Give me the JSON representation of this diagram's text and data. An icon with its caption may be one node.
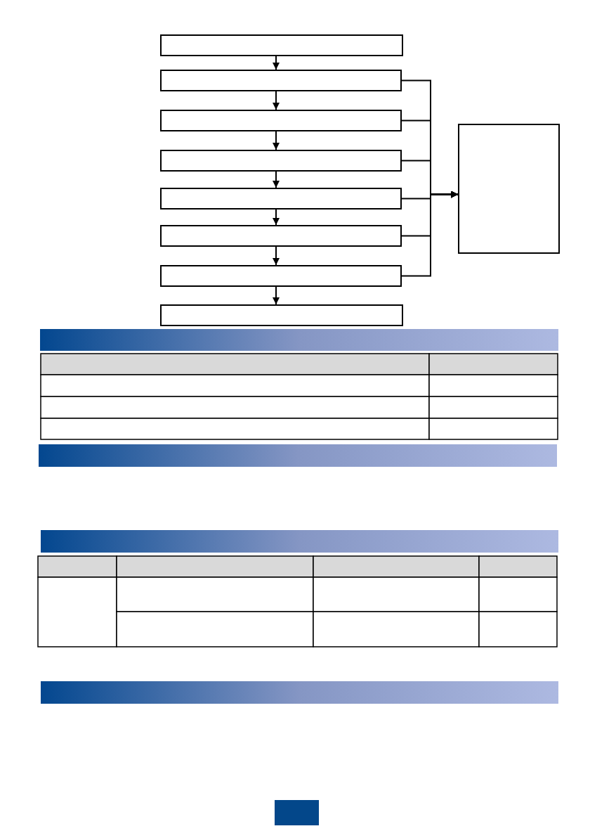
{
  "diagram": {
    "nodes": [
      {
        "text": [],
        "shape": "box"
      },
      {
        "text": [],
        "shape": "box"
      },
      {
        "text": [],
        "shape": "box"
      },
      {
        "text": [],
        "shape": "box"
      },
      {
        "text": [],
        "shape": "box"
      },
      {
        "text": [],
        "shape": "box"
      },
      {
        "text": [],
        "shape": "box"
      },
      {
        "text": [],
        "shape": "box"
      },
      {
        "text": [],
        "shape": "box"
      }
    ],
    "edges": [
      {
        "from": 0,
        "to": 1,
        "arrow": "to"
      },
      {
        "from": 1,
        "to": 2,
        "arrow": "to"
      },
      {
        "from": 2,
        "to": 3,
        "arrow": "to"
      },
      {
        "from": 3,
        "to": 4,
        "arrow": "to"
      },
      {
        "from": 4,
        "to": 5,
        "arrow": "to"
      },
      {
        "from": 5,
        "to": 6,
        "arrow": "to"
      },
      {
        "from": 6,
        "to": 7,
        "arrow": "to"
      },
      {
        "from": 1,
        "to": 8,
        "arrow": "to"
      },
      {
        "from": 2,
        "to": 8,
        "arrow": "to"
      },
      {
        "from": 3,
        "to": 8,
        "arrow": "to"
      },
      {
        "from": 4,
        "to": 8,
        "arrow": "to"
      },
      {
        "from": 5,
        "to": 8,
        "arrow": "to"
      },
      {
        "from": 6,
        "to": 8,
        "arrow": "to"
      }
    ]
  }
}
